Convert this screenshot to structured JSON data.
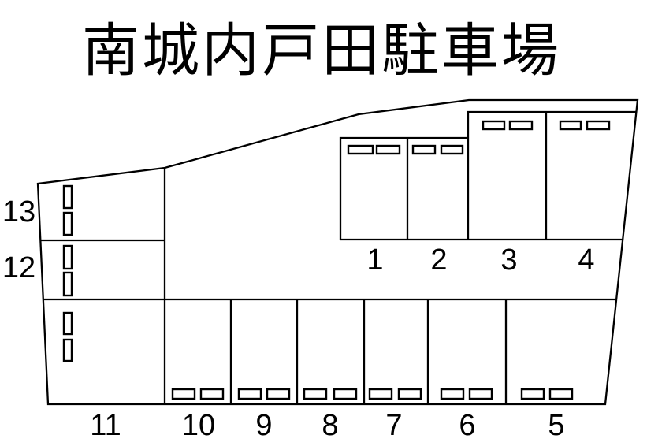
{
  "title": "南城内戸田駐車場",
  "colors": {
    "line": "#000000",
    "background": "#ffffff",
    "text": "#000000"
  },
  "lot": {
    "spaces": [
      {
        "label": "1"
      },
      {
        "label": "2"
      },
      {
        "label": "3"
      },
      {
        "label": "4"
      },
      {
        "label": "5"
      },
      {
        "label": "6"
      },
      {
        "label": "7"
      },
      {
        "label": "8"
      },
      {
        "label": "9"
      },
      {
        "label": "10"
      },
      {
        "label": "11"
      },
      {
        "label": "12"
      },
      {
        "label": "13"
      }
    ]
  }
}
